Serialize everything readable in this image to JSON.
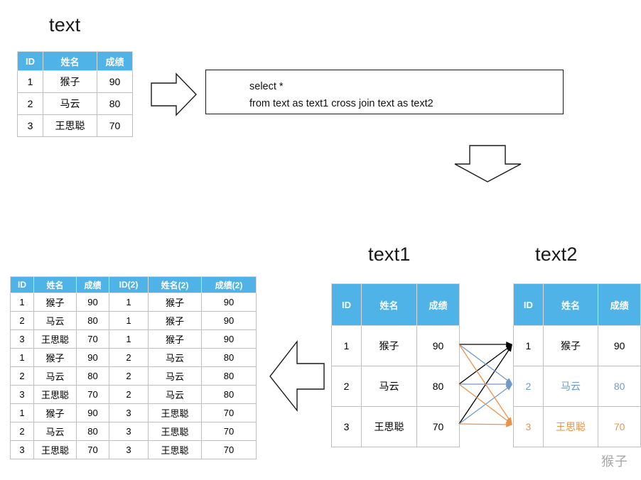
{
  "diagram": {
    "title_source": "text",
    "title_text1": "text1",
    "title_text2": "text2",
    "watermark": "猴子",
    "colors": {
      "header_blue": "#4FB3E8",
      "row_blue": "#7099c9",
      "row_orange": "#e8934a",
      "arrow_black": "#000000",
      "border_gray": "#bfbfbf"
    }
  },
  "sql": {
    "line1": "select *",
    "line2": "from text as text1 cross join text as text2"
  },
  "source_table": {
    "headers": [
      "ID",
      "姓名",
      "成绩"
    ],
    "rows": [
      [
        "1",
        "猴子",
        "90"
      ],
      [
        "2",
        "马云",
        "80"
      ],
      [
        "3",
        "王思聪",
        "70"
      ]
    ]
  },
  "text1_table": {
    "headers": [
      "ID",
      "姓名",
      "成绩"
    ],
    "rows": [
      [
        "1",
        "猴子",
        "90"
      ],
      [
        "2",
        "马云",
        "80"
      ],
      [
        "3",
        "王思聪",
        "70"
      ]
    ]
  },
  "text2_table": {
    "headers": [
      "ID",
      "姓名",
      "成绩"
    ],
    "rows": [
      [
        "1",
        "猴子",
        "90"
      ],
      [
        "2",
        "马云",
        "80"
      ],
      [
        "3",
        "王思聪",
        "70"
      ]
    ],
    "row_colors": [
      "#000000",
      "#7099c9",
      "#e8934a"
    ]
  },
  "result_table": {
    "headers": [
      "ID",
      "姓名",
      "成绩",
      "ID(2)",
      "姓名(2)",
      "成绩(2)"
    ],
    "rows": [
      [
        "1",
        "猴子",
        "90",
        "1",
        "猴子",
        "90"
      ],
      [
        "2",
        "马云",
        "80",
        "1",
        "猴子",
        "90"
      ],
      [
        "3",
        "王思聪",
        "70",
        "1",
        "猴子",
        "90"
      ],
      [
        "1",
        "猴子",
        "90",
        "2",
        "马云",
        "80"
      ],
      [
        "2",
        "马云",
        "80",
        "2",
        "马云",
        "80"
      ],
      [
        "3",
        "王思聪",
        "70",
        "2",
        "马云",
        "80"
      ],
      [
        "1",
        "猴子",
        "90",
        "3",
        "王思聪",
        "70"
      ],
      [
        "2",
        "马云",
        "80",
        "3",
        "王思聪",
        "70"
      ],
      [
        "3",
        "王思聪",
        "70",
        "3",
        "王思聪",
        "70"
      ]
    ]
  },
  "arrows": {
    "right_arrow": "block-arrow-right",
    "down_arrow": "block-arrow-down",
    "left_arrow": "block-arrow-left",
    "connectors": [
      {
        "from_row": 1,
        "to_row": 1,
        "color": "#000000"
      },
      {
        "from_row": 2,
        "to_row": 1,
        "color": "#000000"
      },
      {
        "from_row": 3,
        "to_row": 1,
        "color": "#000000"
      },
      {
        "from_row": 1,
        "to_row": 2,
        "color": "#7099c9"
      },
      {
        "from_row": 2,
        "to_row": 2,
        "color": "#7099c9"
      },
      {
        "from_row": 3,
        "to_row": 2,
        "color": "#7099c9"
      },
      {
        "from_row": 1,
        "to_row": 3,
        "color": "#e8934a"
      },
      {
        "from_row": 2,
        "to_row": 3,
        "color": "#e8934a"
      },
      {
        "from_row": 3,
        "to_row": 3,
        "color": "#e8934a"
      }
    ]
  }
}
